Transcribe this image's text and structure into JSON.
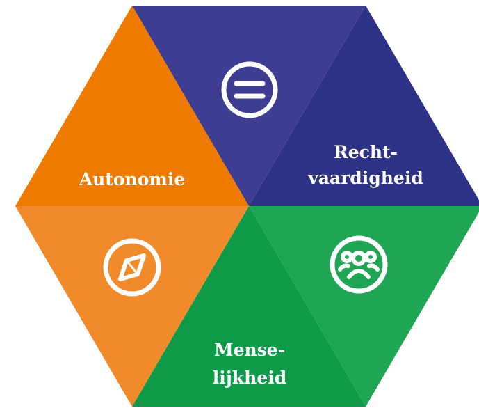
{
  "segments": {
    "autonomie": {
      "label": "Autonomie",
      "color_top": "#ee7b00",
      "color_bottom": "#f08a2b",
      "icon": "compass-icon"
    },
    "rechtvaardigheid": {
      "label_line1": "Recht-",
      "label_line2": "vaardigheid",
      "color_top": "#3f3d92",
      "color_right": "#2e3286",
      "icon": "equals-icon"
    },
    "menselijkheid": {
      "label_line1": "Mense-",
      "label_line2": "lijkheid",
      "color_bottom": "#0f9a4a",
      "color_right": "#1fa654",
      "icon": "people-group-icon"
    }
  }
}
